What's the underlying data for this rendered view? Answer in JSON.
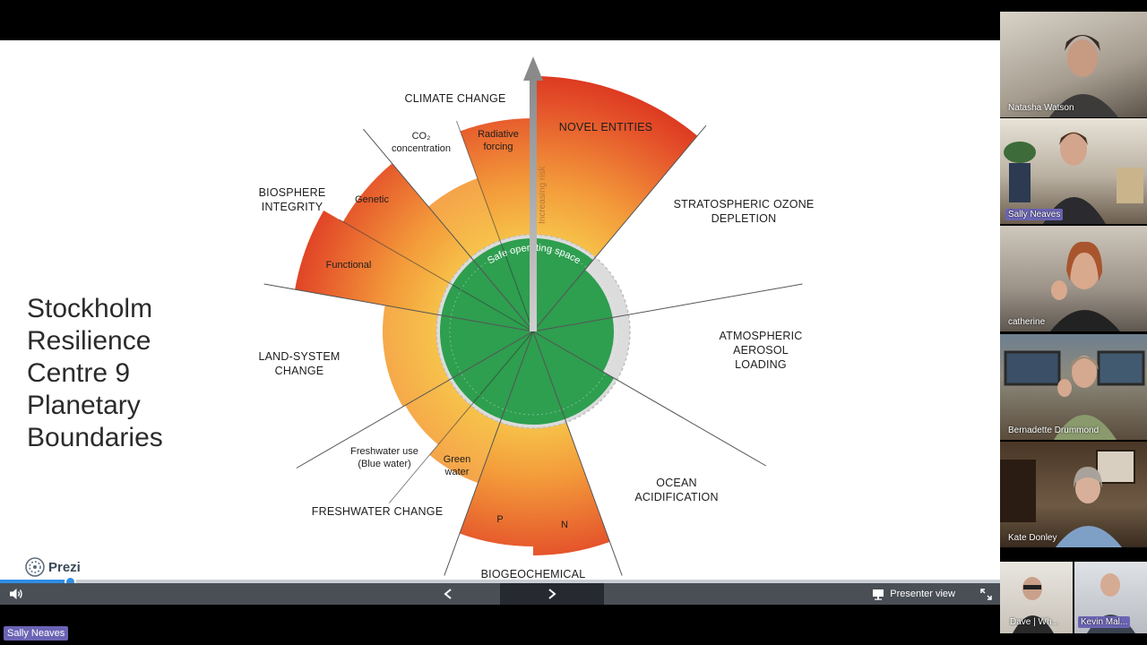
{
  "slide": {
    "title": "Stockholm\nResilience\nCentre 9\nPlanetary\nBoundaries",
    "diagram": {
      "safe_space_label": "Safe operating space",
      "risk_label": "Increasing risk",
      "labels": {
        "climate_change": "CLIMATE CHANGE",
        "co2": "CO₂",
        "concentration": "concentration",
        "radiative": "Radiative",
        "forcing": "forcing",
        "novel_entities": "NOVEL ENTITIES",
        "ozone_1": "STRATOSPHERIC OZONE",
        "ozone_2": "DEPLETION",
        "aerosol_1": "ATMOSPHERIC",
        "aerosol_2": "AEROSOL",
        "aerosol_3": "LOADING",
        "ocean_1": "OCEAN",
        "ocean_2": "ACIDIFICATION",
        "biogeochemical": "BIOGEOCHEMICAL",
        "n": "N",
        "p": "P",
        "freshwater_change": "FRESHWATER CHANGE",
        "green_1": "Green",
        "green_2": "water",
        "blue_1": "Freshwater use",
        "blue_2": "(Blue water)",
        "land_1": "LAND-SYSTEM",
        "land_2": "CHANGE",
        "functional": "Functional",
        "genetic": "Genetic",
        "bio_1": "BIOSPHERE",
        "bio_2": "INTEGRITY"
      }
    }
  },
  "player": {
    "brand": "Prezi",
    "progress": 0.07,
    "presenter_view_label": "Presenter view",
    "icons": {
      "volume": "volume-icon",
      "prev": "chevron-left-icon",
      "next": "chevron-right-icon",
      "presenter": "presenter-icon",
      "fullscreen": "fullscreen-icon"
    }
  },
  "participants": [
    {
      "name": "Natasha Watson",
      "highlight": false
    },
    {
      "name": "Sally Neaves",
      "highlight": true
    },
    {
      "name": "catherine",
      "highlight": false
    },
    {
      "name": "Bernadette Drummond",
      "highlight": false
    },
    {
      "name": "Kate Donley",
      "highlight": false
    },
    {
      "name": "Dave | Wh...",
      "highlight": false
    },
    {
      "name": "Kevin Mal...",
      "highlight": true
    }
  ],
  "bottom_name_badge": "Sally Neaves",
  "colors": {
    "safe_green": "#2e9e4f",
    "risk_red": "#e23b1f",
    "risk_orange": "#f29a3a",
    "accent_purple": "#6b64b5",
    "progress_blue": "#2f8de4"
  }
}
